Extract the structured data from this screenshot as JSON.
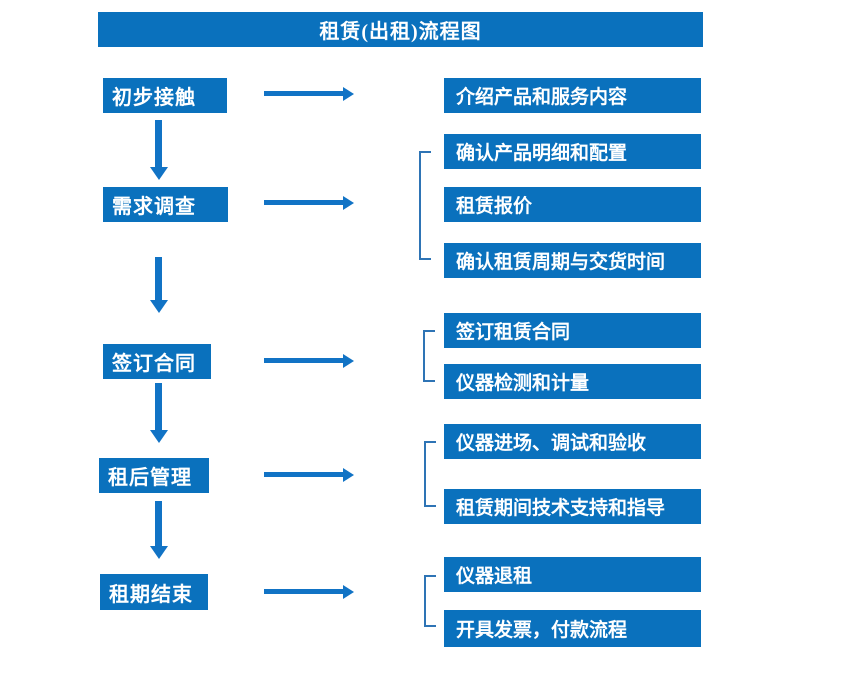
{
  "title": "租赁(出租)流程图",
  "colors": {
    "box_blue": "#0a71bd",
    "arrow_blue": "#1173c5",
    "bracket_blue": "#2e74b5",
    "text_white": "#ffffff"
  },
  "steps": [
    {
      "label": "初步接触",
      "details": [
        "介绍产品和服务内容"
      ]
    },
    {
      "label": "需求调查",
      "details": [
        "确认产品明细和配置",
        "租赁报价",
        "确认租赁周期与交货时间"
      ]
    },
    {
      "label": "签订合同",
      "details": [
        "签订租赁合同",
        "仪器检测和计量"
      ]
    },
    {
      "label": "租后管理",
      "details": [
        "仪器进场、调试和验收",
        "租赁期间技术支持和指导"
      ]
    },
    {
      "label": "租期结束",
      "details": [
        "仪器退租",
        "开具发票，付款流程"
      ]
    }
  ]
}
